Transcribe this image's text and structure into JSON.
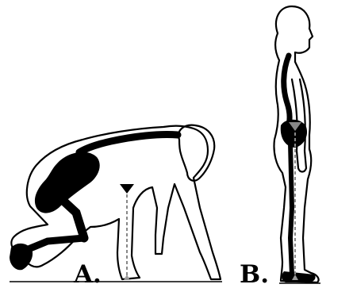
{
  "labels": {
    "a": "A.",
    "b": "B."
  },
  "colors": {
    "outline": "#000000",
    "skeleton": "#000000",
    "gravity_line": "#888888",
    "background": "#ffffff"
  },
  "icons": {
    "gravity_marker": "inverted-triangle"
  }
}
